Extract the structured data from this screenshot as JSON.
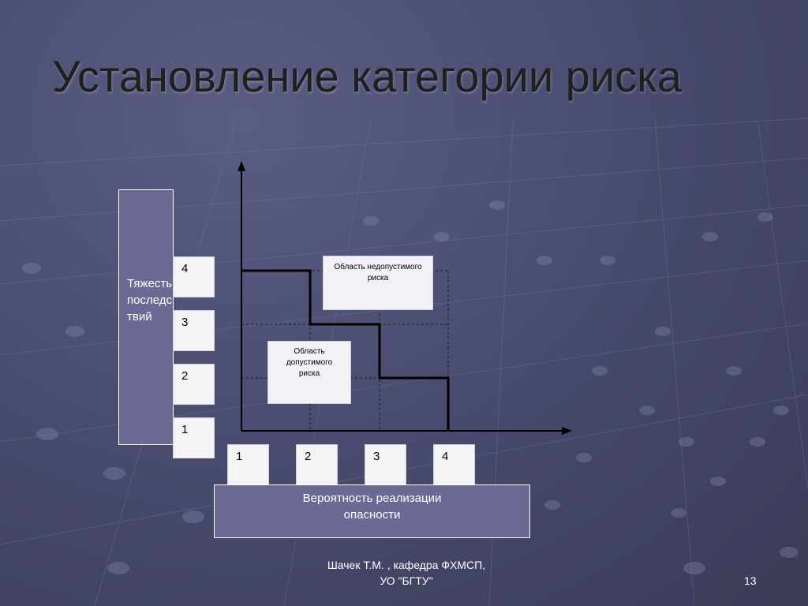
{
  "slide": {
    "title": "Установление категории риска",
    "footer_line1": "Шачек Т.М. , кафедра ФХМСП,",
    "footer_line2": "УО \"БГТУ\"",
    "page_number": "13"
  },
  "diagram": {
    "severity_label": "Тяжесть последствий",
    "severity_levels": [
      "4",
      "3",
      "2",
      "1"
    ],
    "probability_label": "Вероятность реализации опасности",
    "probability_levels": [
      "1",
      "2",
      "3",
      "4"
    ],
    "region_unacceptable": "Область недопустимого риска",
    "region_acceptable": "Область допустимого риска"
  }
}
